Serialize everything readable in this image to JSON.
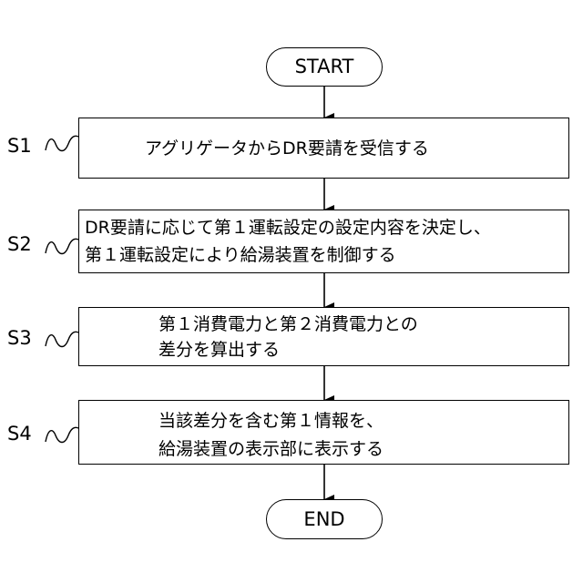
{
  "flowchart": {
    "start": "START",
    "end": "END",
    "steps": [
      {
        "label": "S1",
        "lines": [
          "アグリゲータからDR要請を受信する"
        ]
      },
      {
        "label": "S2",
        "lines": [
          "DR要請に応じて第１運転設定の設定内容を決定し、",
          "第１運転設定により給湯装置を制御する"
        ]
      },
      {
        "label": "S3",
        "lines": [
          "第１消費電力と第２消費電力との",
          "差分を算出する"
        ]
      },
      {
        "label": "S4",
        "lines": [
          "当該差分を含む第１情報を、",
          "給湯装置の表示部に表示する"
        ]
      }
    ]
  }
}
